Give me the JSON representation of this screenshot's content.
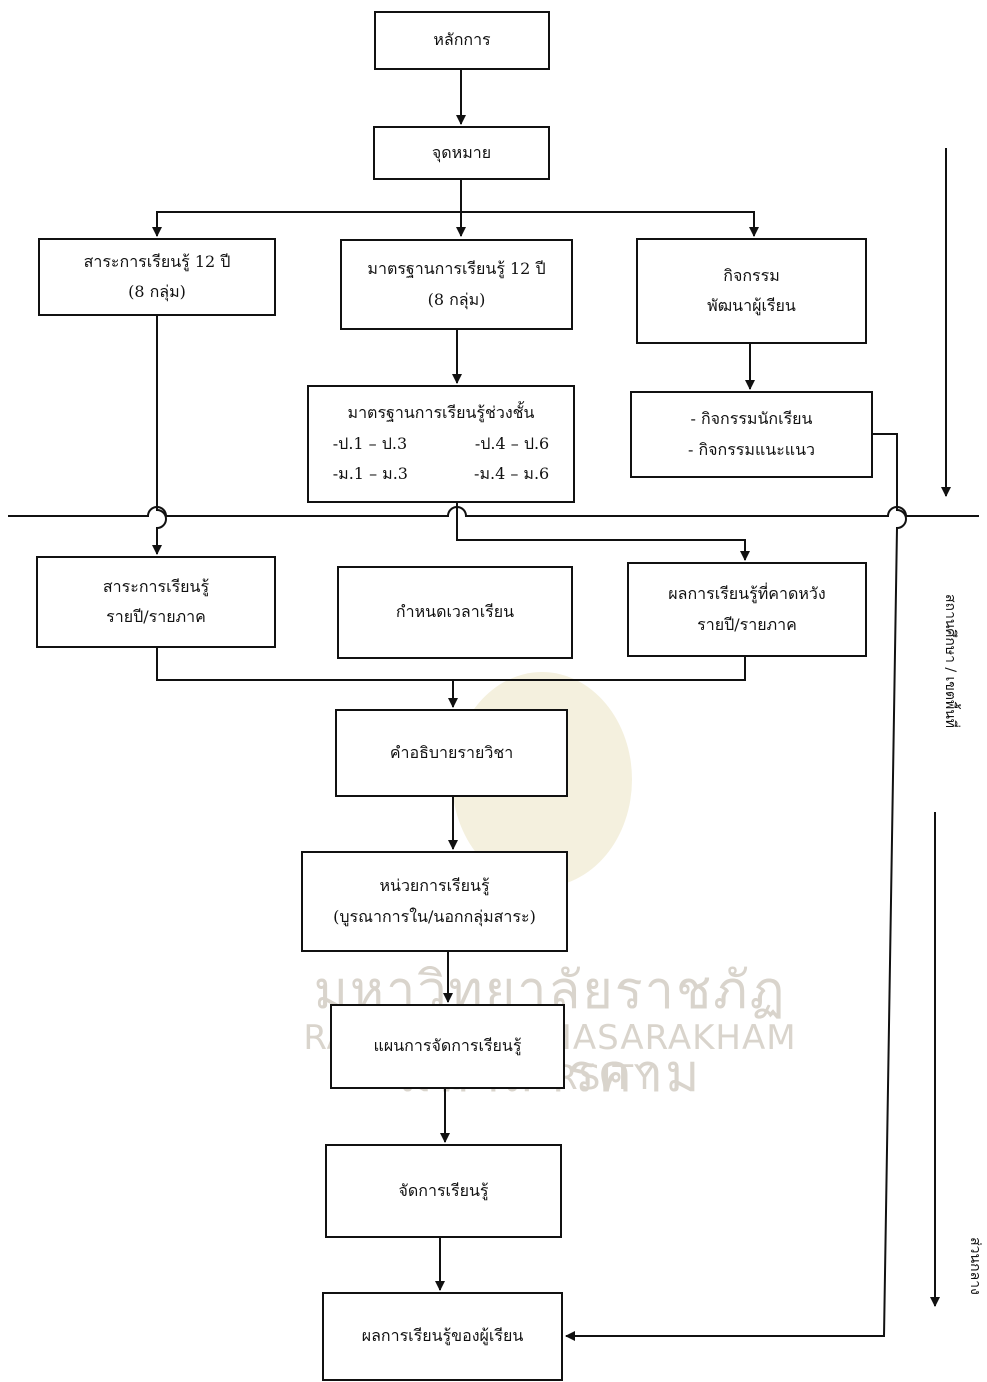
{
  "boxes": {
    "principles": "หลักการ",
    "goals": "จุดหมาย",
    "content12_line1": "สาระการเรียนรู้ 12 ปี",
    "content12_line2": "(8 กลุ่ม)",
    "standards12_line1": "มาตรฐานการเรียนรู้ 12 ปี",
    "standards12_line2": "(8 กลุ่ม)",
    "activities_line1": "กิจกรรม",
    "activities_line2": "พัฒนาผู้เรียน",
    "stage_standards": {
      "title": "มาตรฐานการเรียนรู้ช่วงชั้น",
      "p1_3": "-ป.1 – ป.3",
      "p4_6": "-ป.4 – ป.6",
      "m1_3": "-ม.1 – ม.3",
      "m4_6": "-ม.4 – ม.6"
    },
    "activity_list_1": "- กิจกรรมนักเรียน",
    "activity_list_2": "- กิจกรรมแนะแนว",
    "yearly_content_line1": "สาระการเรียนรู้",
    "yearly_content_line2": "รายปี/รายภาค",
    "study_time": "กำหนดเวลาเรียน",
    "expected_outcomes_line1": "ผลการเรียนรู้ที่คาดหวัง",
    "expected_outcomes_line2": "รายปี/รายภาค",
    "course_description": "คำอธิบายรายวิชา",
    "learning_unit_line1": "หน่วยการเรียนรู้",
    "learning_unit_line2": "(บูรณาการใน/นอกกลุ่มสาระ)",
    "learning_plan": "แผนการจัดการเรียนรู้",
    "learning_management": "จัดการเรียนรู้",
    "learner_outcomes": "ผลการเรียนรู้ของผู้เรียน"
  },
  "side_labels": {
    "school_area": "สถานศึกษา / เขตพื้นที่",
    "central": "ส่วนกลาง"
  },
  "watermark": {
    "thai": "มหาวิทยาลัยราชภัฏมหาสารคาม",
    "english": "RAJABHAT MAHASARAKHAM UNIVERSITY"
  }
}
